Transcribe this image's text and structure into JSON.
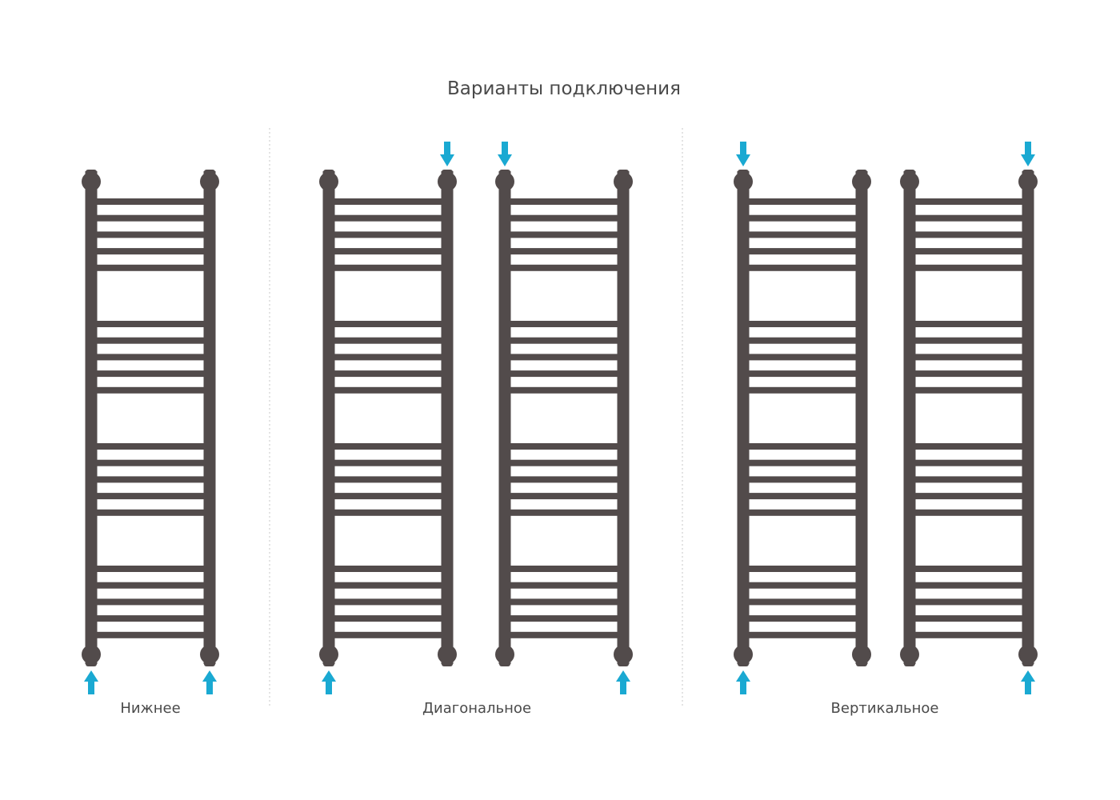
{
  "title": "Варианты подключения",
  "colors": {
    "metal": "#524b4b",
    "arrow": "#1aa9d2",
    "divider": "#c8c8c8"
  },
  "groups": [
    {
      "label": "Нижнее",
      "radiators": [
        {
          "inlets": [
            "bottom-left",
            "bottom-right"
          ]
        }
      ]
    },
    {
      "label": "Диагональное",
      "radiators": [
        {
          "inlets": [
            "top-right",
            "bottom-left"
          ]
        },
        {
          "inlets": [
            "top-left",
            "bottom-right"
          ]
        }
      ]
    },
    {
      "label": "Вертикальное",
      "radiators": [
        {
          "inlets": [
            "top-left",
            "bottom-left"
          ]
        },
        {
          "inlets": [
            "top-right",
            "bottom-right"
          ]
        }
      ]
    }
  ],
  "bars_per_section": 5,
  "sections": 4
}
